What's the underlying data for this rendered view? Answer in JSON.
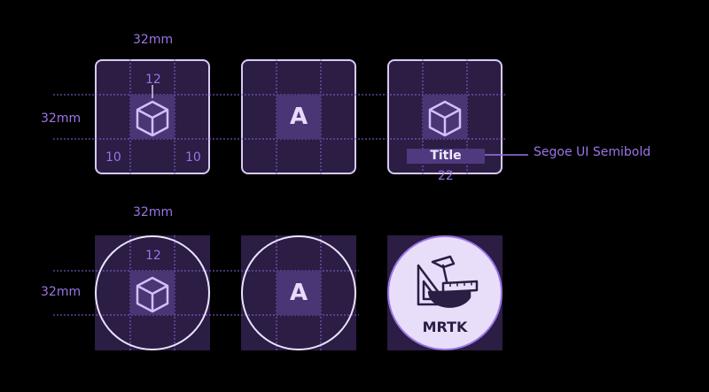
{
  "dimensions": {
    "width_top": "32mm",
    "height_top": "32mm",
    "width_bottom": "32mm",
    "height_bottom": "32mm"
  },
  "spacing": {
    "icon_size": "12",
    "left_margin": "10",
    "right_margin": "10",
    "title_height": "22",
    "icon_size_bottom": "12"
  },
  "glyph": "A",
  "title_label": "Title",
  "font_annotation": "Segoe UI Semibold",
  "logo_text": "MRTK",
  "colors": {
    "background": "#000000",
    "tile_fill": "#2b1d43",
    "accent": "#9b74e6",
    "outline": "#d9c9f6",
    "logo_fill": "#e8defa"
  }
}
